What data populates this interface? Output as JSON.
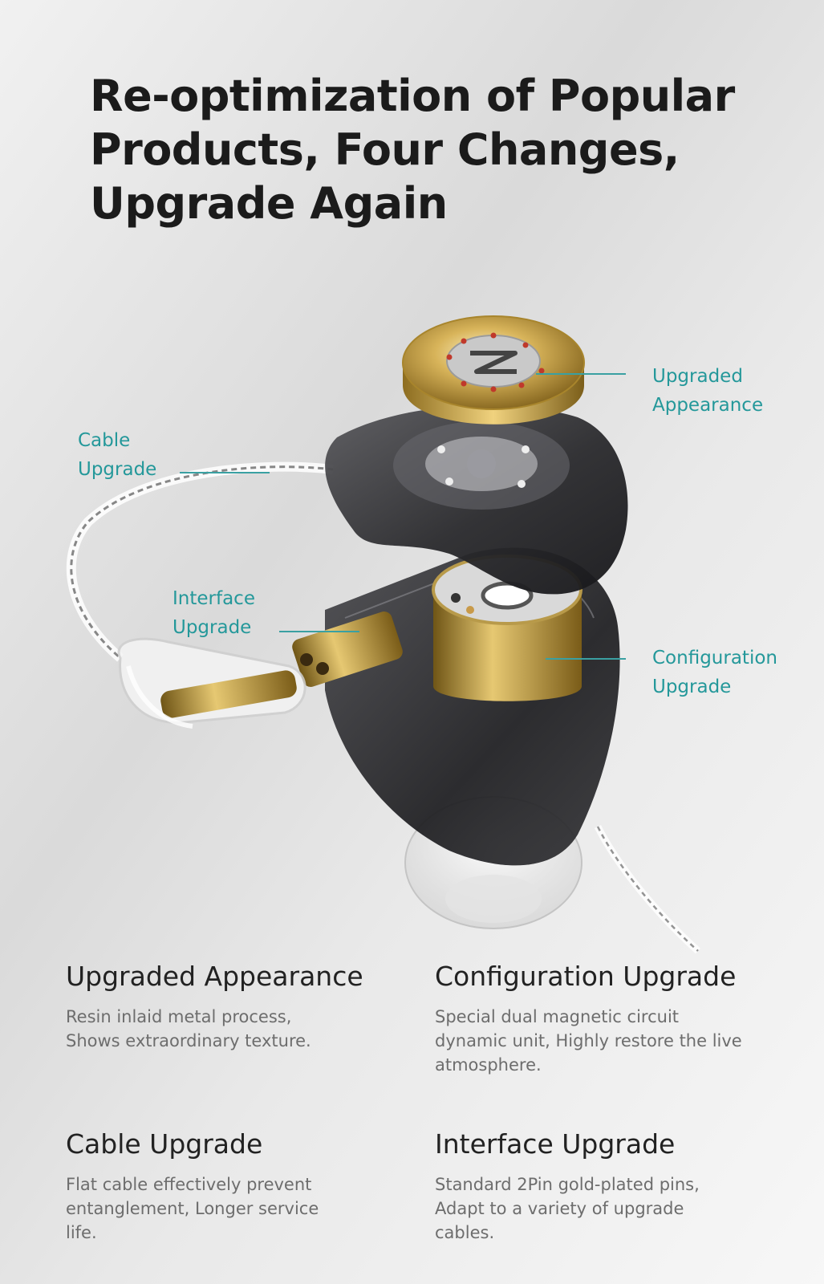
{
  "headline": {
    "lines": [
      "Re-optimization of Popular",
      "Products, Four Changes,",
      "Upgrade Again"
    ]
  },
  "callouts": {
    "appearance": [
      "Upgraded",
      "Appearance"
    ],
    "cable": [
      "Cable",
      "Upgrade"
    ],
    "interface": [
      "Interface",
      "Upgrade"
    ],
    "configuration": [
      "Configuration",
      "Upgrade"
    ]
  },
  "features": [
    {
      "title": "Upgraded Appearance",
      "desc": [
        "Resin inlaid metal process,",
        "Shows extraordinary texture."
      ]
    },
    {
      "title": "Configuration Upgrade",
      "desc": [
        "Special dual magnetic circuit",
        "dynamic unit, Highly restore the live",
        "atmosphere."
      ]
    },
    {
      "title": "Cable Upgrade",
      "desc": [
        "Flat cable effectively prevent",
        "entanglement, Longer service",
        "life."
      ]
    },
    {
      "title": "Interface Upgrade",
      "desc": [
        "Standard 2Pin gold-plated pins,",
        "Adapt to a variety of upgrade",
        "cables."
      ]
    }
  ],
  "colors": {
    "accent": "#24989a",
    "headline": "#1b1b1b",
    "body_text": "#6d6d6d",
    "gold": "#c9a443"
  }
}
